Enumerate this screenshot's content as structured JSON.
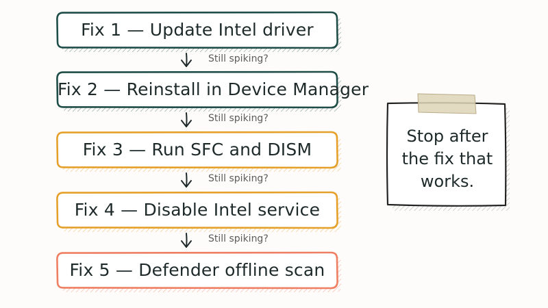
{
  "steps": [
    {
      "label": "Fix 1 — Update Intel driver",
      "color": "#1f4d48",
      "fill": "#ffffff"
    },
    {
      "label": "Fix 2 — Reinstall in Device Manager",
      "color": "#1f4d48",
      "fill": "#ffffff"
    },
    {
      "label": "Fix 3 — Run SFC and DISM",
      "color": "#e5a02a",
      "fill": "#ffffff"
    },
    {
      "label": "Fix 4 — Disable Intel service",
      "color": "#e5a02a",
      "fill": "#ffffff"
    },
    {
      "label": "Fix 5 — Defender offline scan",
      "color": "#ee7f63",
      "fill": "#ffffff"
    }
  ],
  "connectors": [
    {
      "label": "Still spiking?"
    },
    {
      "label": "Still spiking?"
    },
    {
      "label": "Still spiking?"
    },
    {
      "label": "Still spiking?"
    }
  ],
  "note": {
    "text": "Stop after\nthe fix that\nworks.",
    "tape_color": "#ddd3b6",
    "border_color": "#222222"
  },
  "colors": {
    "ink": "#1e2a2a",
    "hatch": "#a8a8a8",
    "background": "#fdfcfb"
  }
}
